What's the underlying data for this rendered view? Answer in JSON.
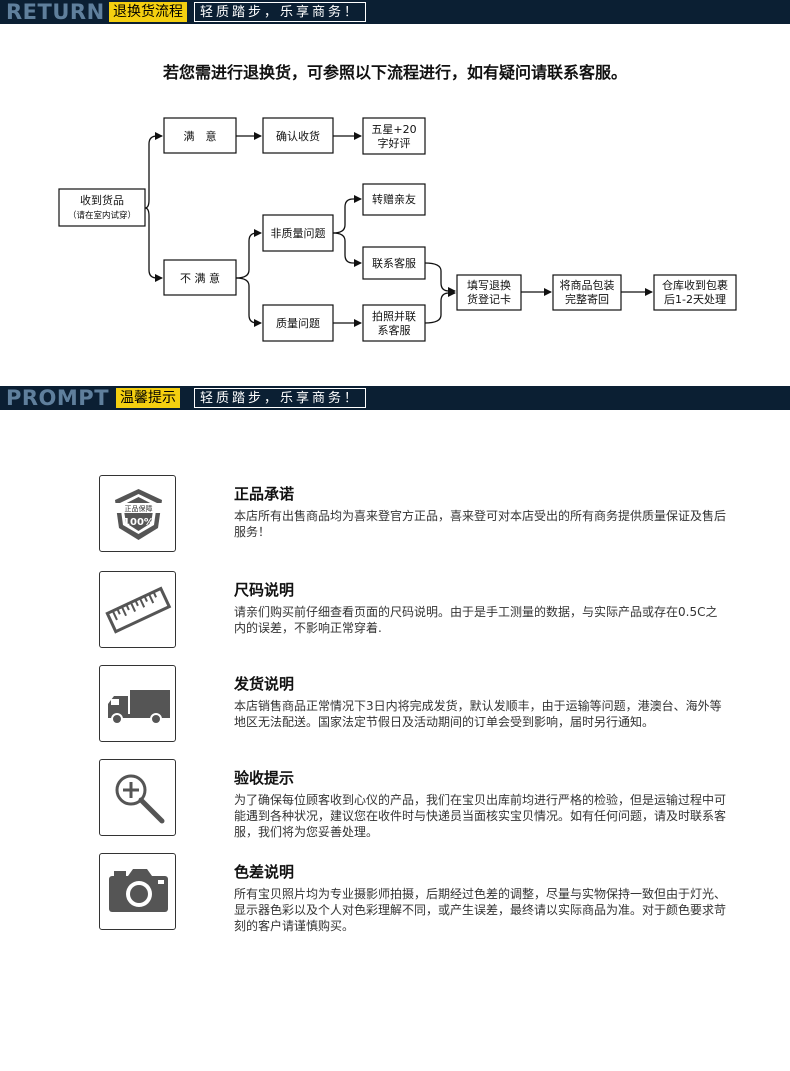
{
  "banner_return": {
    "en": "RETURN",
    "cn": "退换货流程",
    "slogan": "轻质踏步，乐享商务！"
  },
  "intro": "若您需进行退换货，可参照以下流程进行，如有疑问请联系客服。",
  "flow": {
    "receive": [
      "收到货品",
      "（请在室内试穿）"
    ],
    "satisfied": "满　意",
    "confirm": "确认收货",
    "five_star": [
      "五星+20",
      "字好评"
    ],
    "unsatisfied": "不 满 意",
    "non_quality": "非质量问题",
    "gift": "转赠亲友",
    "contact": "联系客服",
    "quality": "质量问题",
    "photo": [
      "拍照并联",
      "系客服"
    ],
    "fill_card": [
      "填写退换",
      "货登记卡"
    ],
    "pack": [
      "将商品包装",
      "完整寄回"
    ],
    "warehouse": [
      "仓库收到包裹",
      "后1-2天处理"
    ]
  },
  "banner_prompt": {
    "en": "PROMPT",
    "cn": "温馨提示",
    "slogan": "轻质踏步，乐享商务！"
  },
  "tips": [
    {
      "icon": "guarantee-badge-icon",
      "badge_top": "正品保障",
      "badge_bottom": "100%",
      "title": "正品承诺",
      "body": "本店所有出售商品均为喜来登官方正品，喜来登可对本店受出的所有商务提供质量保证及售后服务！"
    },
    {
      "icon": "ruler-icon",
      "title": "尺码说明",
      "body": "请亲们购买前仔细查看页面的尺码说明。由于是手工测量的数据，与实际产品或存在0.5C之内的误差，不影响正常穿着."
    },
    {
      "icon": "truck-icon",
      "title": "发货说明",
      "body": "本店销售商品正常情况下3日内将完成发货，默认发顺丰，由于运输等问题，港澳台、海外等地区无法配送。国家法定节假日及活动期间的订单会受到影响，届时另行通知。"
    },
    {
      "icon": "magnifier-plus-icon",
      "title": "验收提示",
      "body": "为了确保每位顾客收到心仪的产品，我们在宝贝出库前均进行严格的检验，但是运输过程中可能遇到各种状况，建议您在收件时与快递员当面核实宝贝情况。如有任何问题，请及时联系客服，我们将为您妥善处理。"
    },
    {
      "icon": "camera-icon",
      "title": "色差说明",
      "body": "所有宝贝照片均为专业摄影师拍摄，后期经过色差的调整，尽量与实物保持一致但由于灯光、显示器色彩以及个人对色彩理解不同，或产生误差，最终请以实际商品为准。对于颜色要求苛刻的客户请谨慎购买。"
    }
  ]
}
